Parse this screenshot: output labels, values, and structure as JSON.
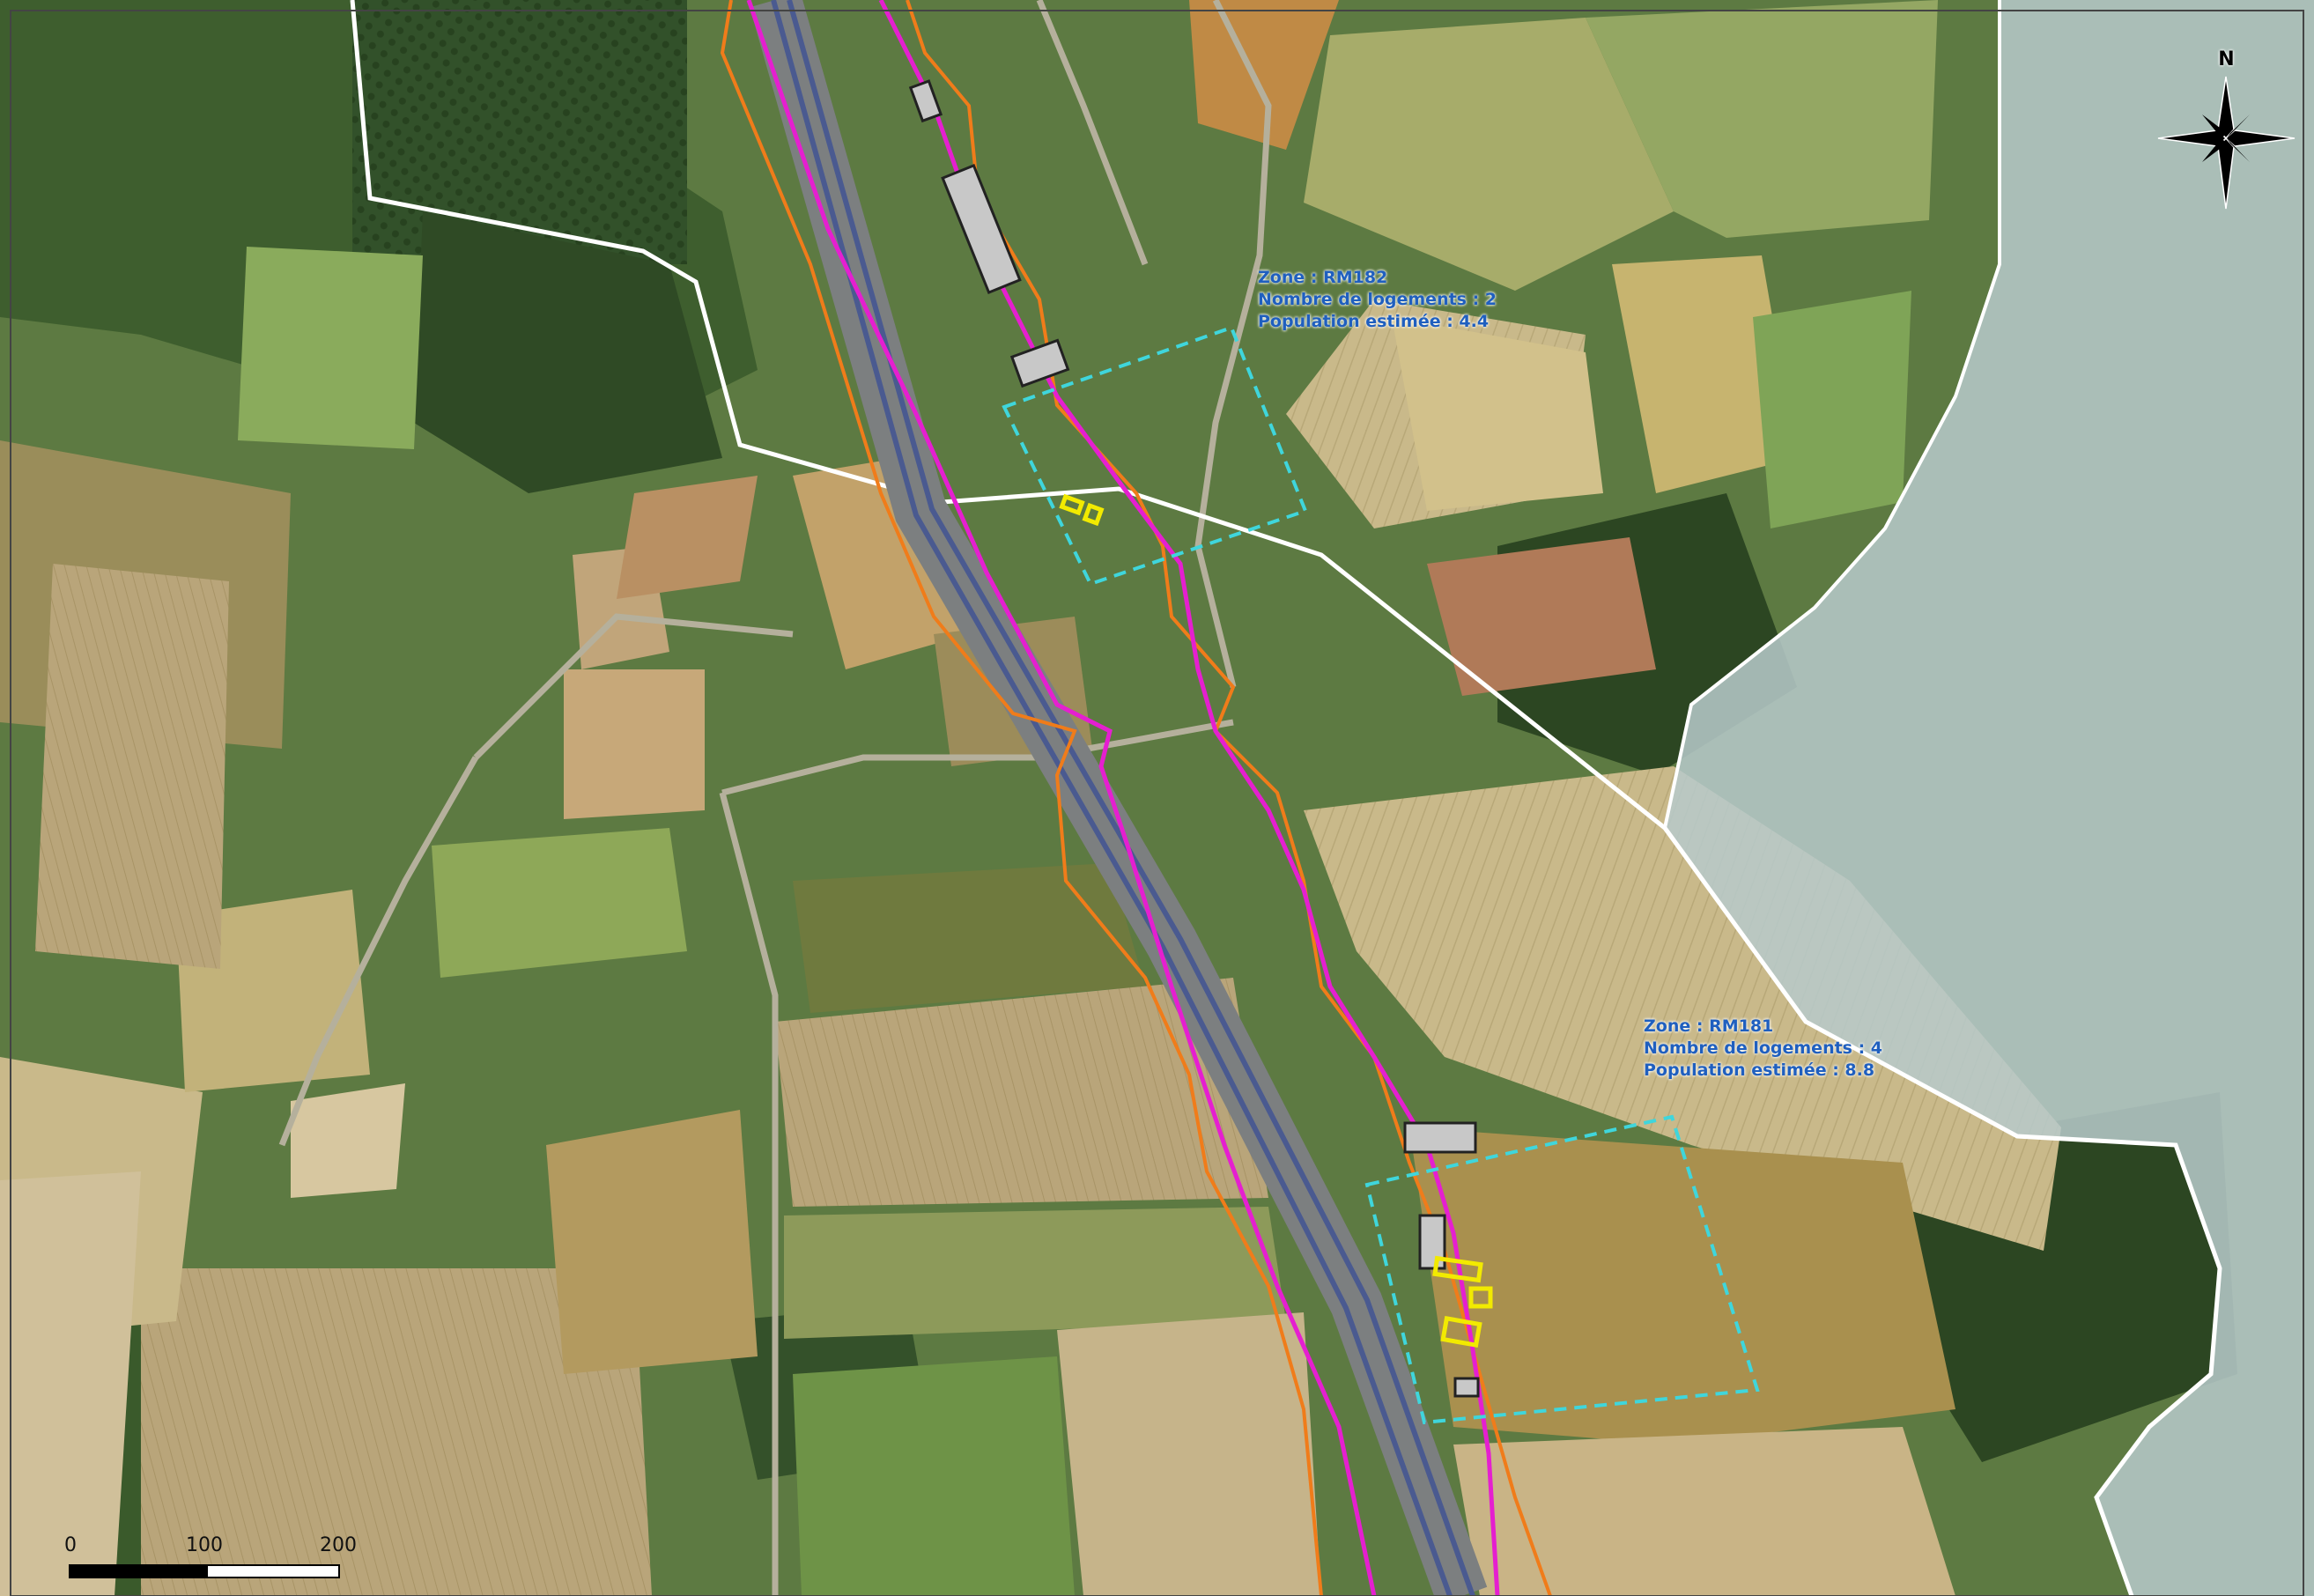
{
  "zones": [
    {
      "zone_label": "Zone : RM182",
      "logements_label": "Nombre de logements : 2",
      "population_label": "Population estimée : 4.4"
    },
    {
      "zone_label": "Zone : RM181",
      "logements_label": "Nombre de logements : 4",
      "population_label": "Population estimée : 8.8"
    }
  ],
  "scale_bar": {
    "ticks": [
      "0",
      "100",
      "200"
    ]
  },
  "north_arrow": {
    "letter": "N"
  },
  "colors": {
    "zone_label_text": "#1f5fbf",
    "zone_box_outline": "#3fd6dc",
    "inner_line": "#e51fd0",
    "outer_line": "#f07c1a",
    "highway": "#4a5a90",
    "boundary": "#ffffff",
    "forest_overlay": "#b7c9cb",
    "building_fill": "#c8c8c8",
    "building_highlight": "#f2ea00"
  },
  "icons": {
    "north_arrow": "compass-rose-icon"
  }
}
